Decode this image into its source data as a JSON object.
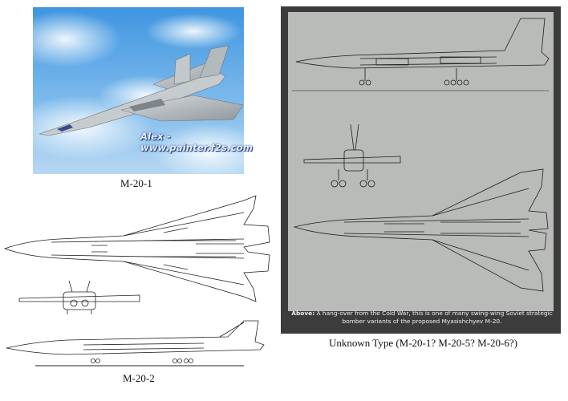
{
  "figures": {
    "m20_1": {
      "caption": "M-20-1",
      "watermark": "Alex - www.painter.f2s.com"
    },
    "m20_2": {
      "caption": "M-20-2"
    },
    "unknown": {
      "caption": "Unknown Type (M-20-1? M-20-5? M-20-6?)",
      "note_label": "Above:",
      "note_text": "A hang-over from the Cold War, this is one of many swing-wing Soviet strategic bomber variants of the proposed Myasishchyev M-20."
    }
  },
  "colors": {
    "sky": "#5aa6e6",
    "aircraft_grey": "#b8bfc4",
    "blueprint_paper": "#b9bbb8",
    "dark_frame": "#3c3c3c"
  }
}
